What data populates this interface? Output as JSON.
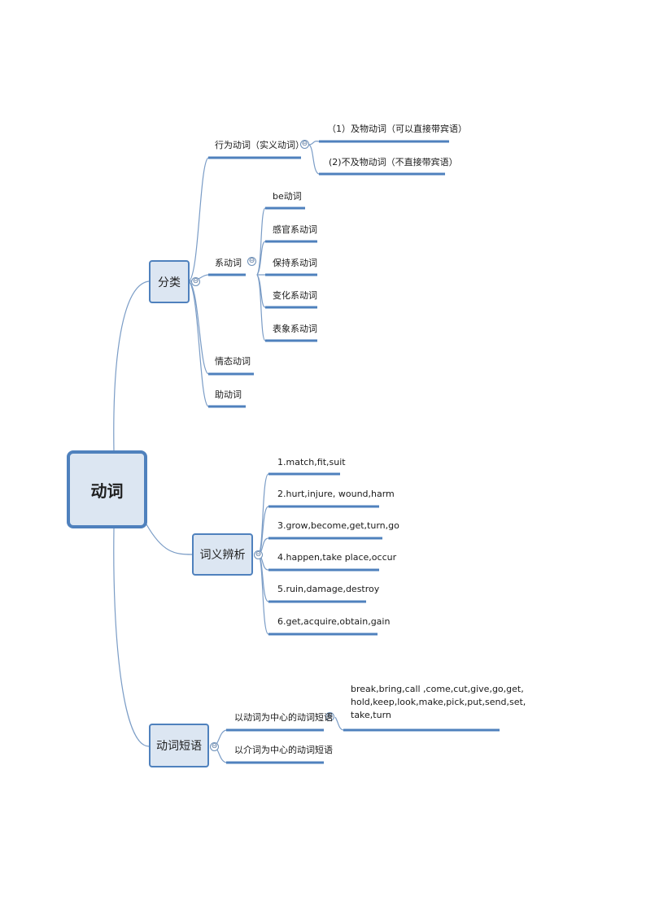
{
  "root": "动词",
  "classify": {
    "label": "分类",
    "action_verb": "行为动词（实义动词）",
    "transitive": "（1）及物动词（可以直接带宾语）",
    "intransitive": "(2)不及物动词（不直接带宾语）",
    "linking_verb": "系动词",
    "linking_items": [
      "be动词",
      "感官系动词",
      "保持系动词",
      "变化系动词",
      "表象系动词"
    ],
    "modal_verb": "情态动词",
    "auxiliary_verb": "助动词"
  },
  "meaning": {
    "label": "词义辨析",
    "items": [
      "1.match,fit,suit",
      "2.hurt,injure, wound,harm",
      "3.grow,become,get,turn,go",
      "4.happen,take place,occur",
      "5.ruin,damage,destroy",
      "6.get,acquire,obtain,gain"
    ]
  },
  "phrase": {
    "label": "动词短语",
    "verb_centered": "以动词为中心的动词短语",
    "verb_list": "break,bring,call ,come,cut,give,go,get,\nhold,keep,look,make,pick,put,send,set,\ntake,turn",
    "prep_centered": "以介词为中心的动词短语"
  },
  "collapse_icon": "⊖",
  "colors": {
    "line": "#7a9cc6",
    "underline": "#4f81bd",
    "box_fill": "#dce6f2",
    "box_border": "#4f81bd"
  }
}
